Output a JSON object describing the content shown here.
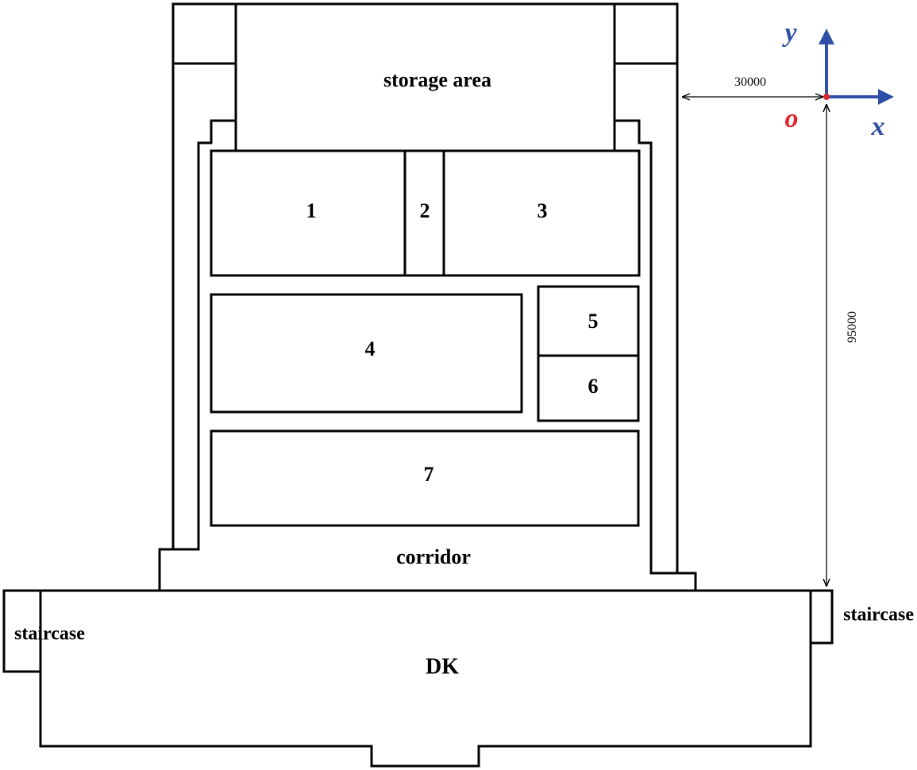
{
  "labels": {
    "storage_area": "storage area",
    "room_1": "1",
    "room_2": "2",
    "room_3": "3",
    "room_4": "4",
    "room_5": "5",
    "room_6": "6",
    "room_7": "7",
    "corridor": "corridor",
    "dk": "DK",
    "staircase_left": "staircase",
    "staircase_right": "staircase"
  },
  "dimensions": {
    "horizontal": "30000",
    "vertical": "95000"
  },
  "axes": {
    "x_label": "x",
    "y_label": "y",
    "origin_label": "o"
  },
  "colors": {
    "axis": "#2f4fa6",
    "origin": "#e0262b",
    "line": "#000000"
  }
}
